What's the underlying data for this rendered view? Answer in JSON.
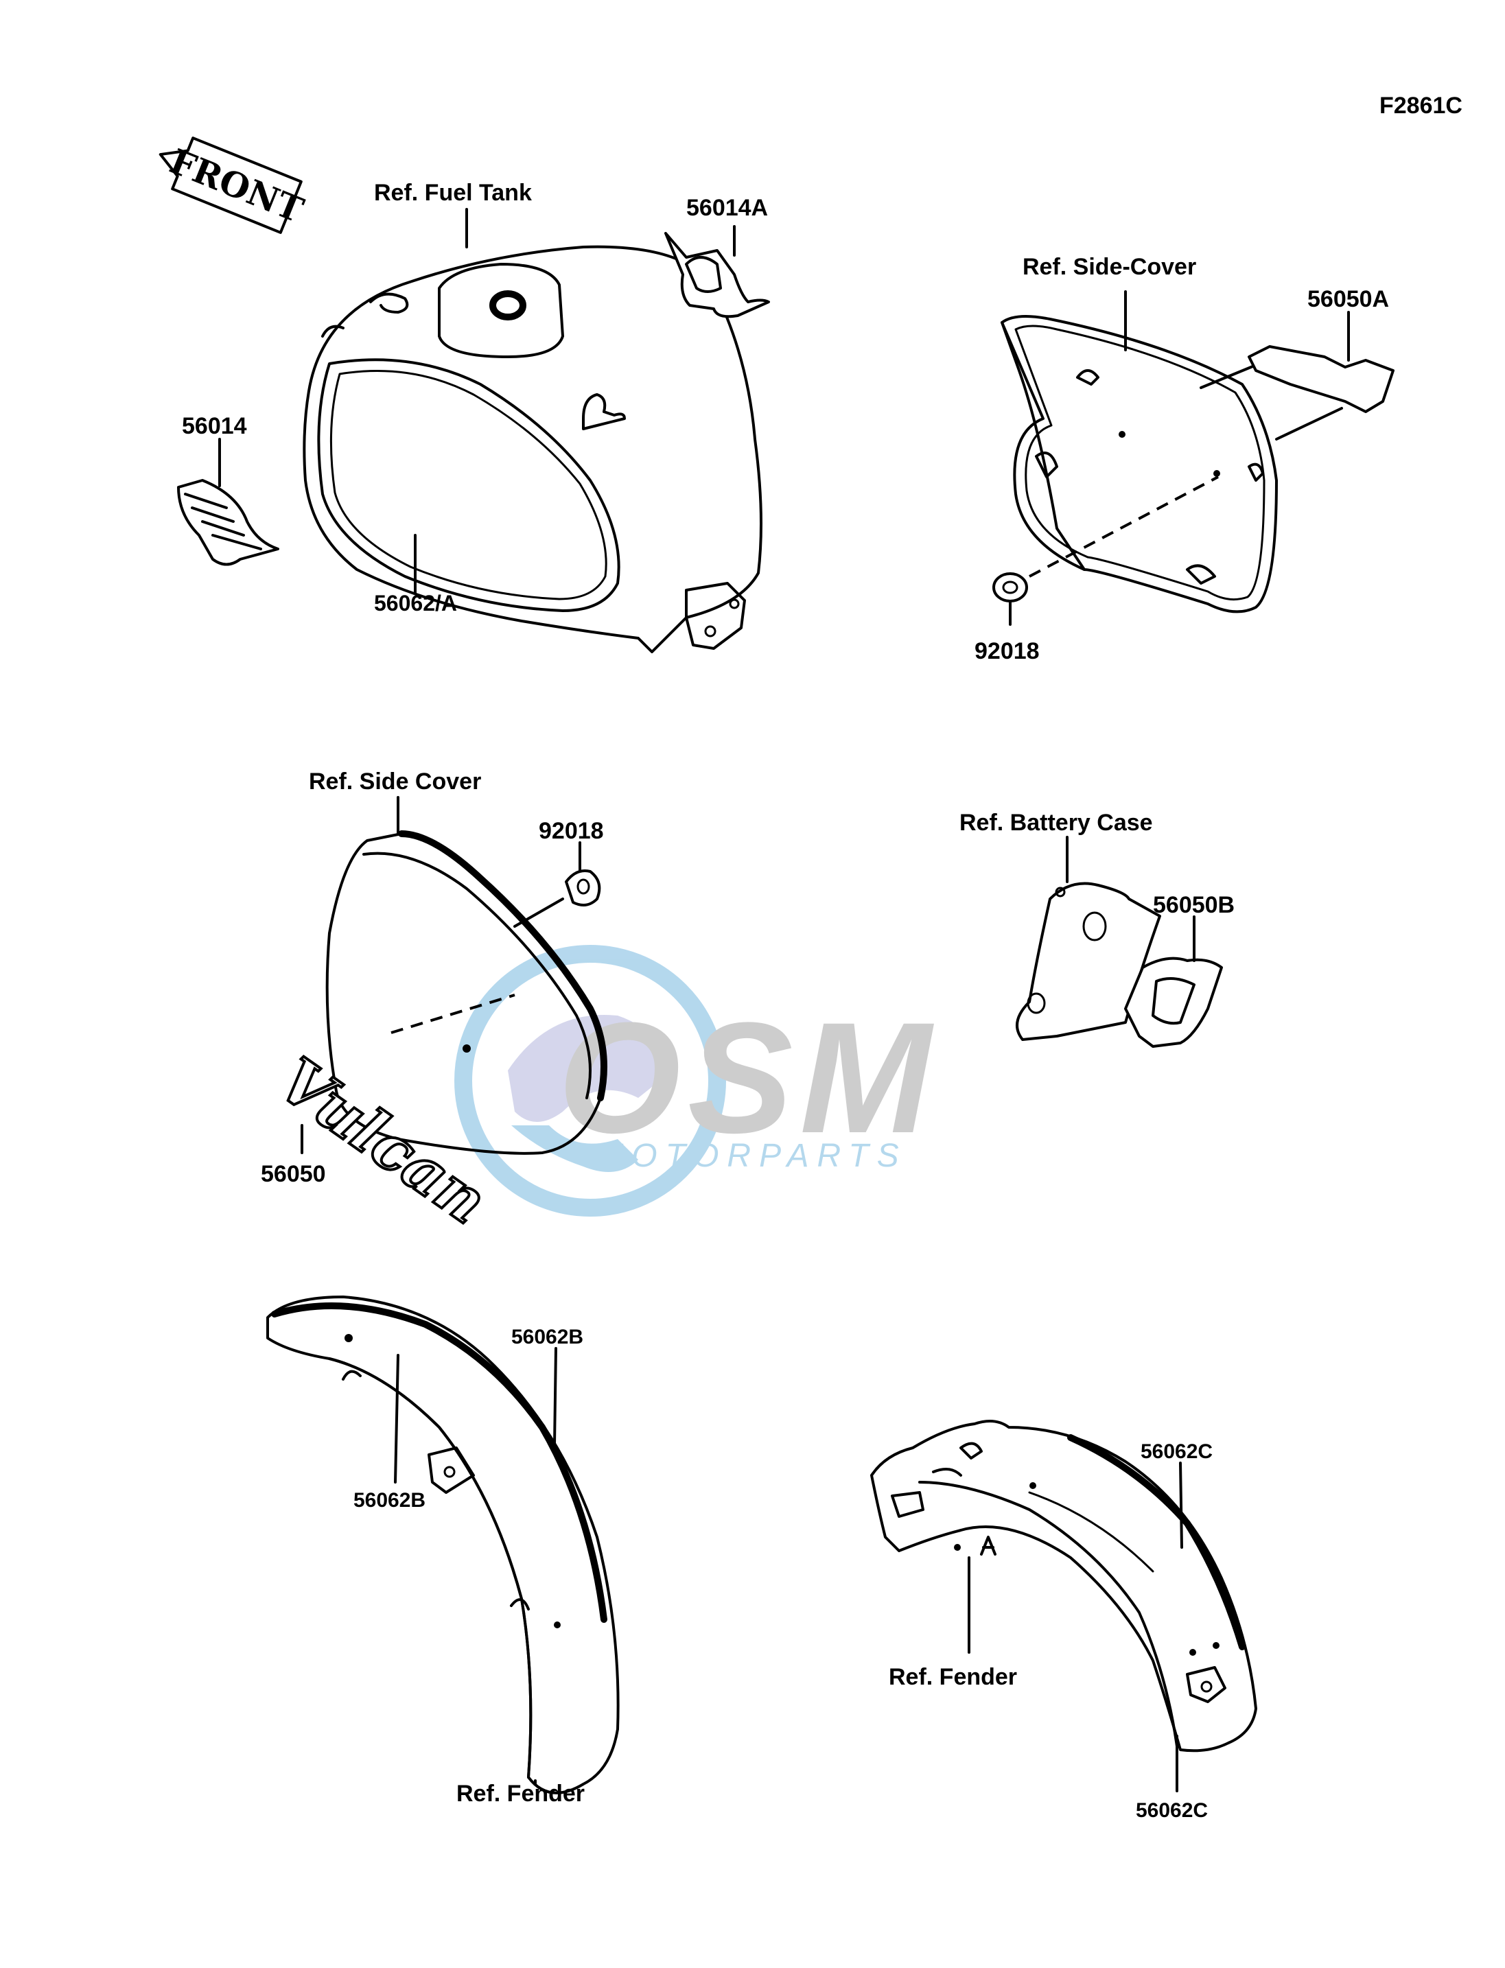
{
  "figure_code": "F2861C",
  "front_arrow": "FRONT",
  "labels": {
    "fuel_tank": "Ref. Fuel Tank",
    "p56014A": "56014A",
    "p56014": "56014",
    "p56062A": "56062/A",
    "side_cover_top": "Ref. Side-Cover",
    "p56050A": "56050A",
    "p92018_top": "92018",
    "side_cover_mid": "Ref. Side Cover",
    "p92018_mid": "92018",
    "p56050": "56050",
    "battery_case": "Ref. Battery Case",
    "p56050B": "56050B",
    "p56062B_outer": "56062B",
    "p56062B_inner": "56062B",
    "front_fender": "Ref. Fender",
    "p56062C_top": "56062C",
    "rear_fender": "Ref. Fender",
    "p56062C_bottom": "56062C"
  },
  "watermark": {
    "logo_text": "OSM",
    "sub_text": "MOTORPARTS",
    "colors": {
      "blue": "#9ccbe8",
      "grey": "#bdbdbd",
      "lilac": "#c7c9e6"
    }
  },
  "decal_text": "Vulcan"
}
